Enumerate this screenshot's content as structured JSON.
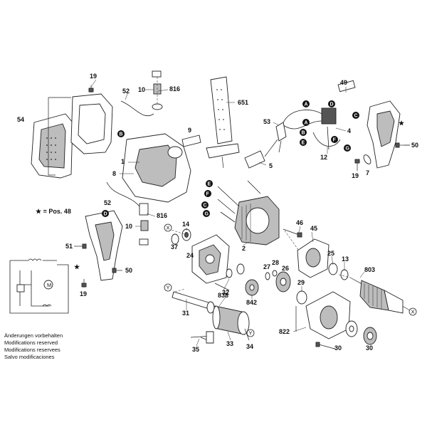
{
  "diagram": {
    "part_labels": [
      {
        "id": "p19a",
        "text": "19"
      },
      {
        "id": "p816a",
        "text": "816"
      },
      {
        "id": "p10a",
        "text": "10"
      },
      {
        "id": "p52a",
        "text": "52"
      },
      {
        "id": "p651",
        "text": "651"
      },
      {
        "id": "p54",
        "text": "54"
      },
      {
        "id": "p9",
        "text": "9"
      },
      {
        "id": "p1",
        "text": "1"
      },
      {
        "id": "p8",
        "text": "8"
      },
      {
        "id": "p49",
        "text": "49"
      },
      {
        "id": "p53",
        "text": "53"
      },
      {
        "id": "p4",
        "text": "4"
      },
      {
        "id": "p12",
        "text": "12"
      },
      {
        "id": "p5",
        "text": "5"
      },
      {
        "id": "p50a",
        "text": "50"
      },
      {
        "id": "p19b",
        "text": "19"
      },
      {
        "id": "p7",
        "text": "7"
      },
      {
        "id": "p52b",
        "text": "52"
      },
      {
        "id": "p816b",
        "text": "816"
      },
      {
        "id": "p10b",
        "text": "10"
      },
      {
        "id": "p14",
        "text": "14"
      },
      {
        "id": "p37",
        "text": "37"
      },
      {
        "id": "p24",
        "text": "24"
      },
      {
        "id": "p2",
        "text": "2"
      },
      {
        "id": "p46",
        "text": "46"
      },
      {
        "id": "p45",
        "text": "45"
      },
      {
        "id": "p25",
        "text": "25"
      },
      {
        "id": "p13",
        "text": "13"
      },
      {
        "id": "p803",
        "text": "803"
      },
      {
        "id": "p51",
        "text": "51"
      },
      {
        "id": "p50b",
        "text": "50"
      },
      {
        "id": "p19c",
        "text": "19"
      },
      {
        "id": "p28",
        "text": "28"
      },
      {
        "id": "p27",
        "text": "27"
      },
      {
        "id": "p26",
        "text": "26"
      },
      {
        "id": "p838",
        "text": "838"
      },
      {
        "id": "p842",
        "text": "842"
      },
      {
        "id": "p29",
        "text": "29"
      },
      {
        "id": "p31",
        "text": "31"
      },
      {
        "id": "p32",
        "text": "32"
      },
      {
        "id": "p822",
        "text": "822"
      },
      {
        "id": "p35",
        "text": "35"
      },
      {
        "id": "p33",
        "text": "33"
      },
      {
        "id": "p34",
        "text": "34"
      },
      {
        "id": "p30a",
        "text": "30"
      },
      {
        "id": "p30b",
        "text": "30"
      }
    ],
    "callouts": [
      {
        "id": "cA1",
        "text": "A"
      },
      {
        "id": "cA2",
        "text": "A"
      },
      {
        "id": "cB1",
        "text": "B"
      },
      {
        "id": "cB2",
        "text": "B"
      },
      {
        "id": "cC1",
        "text": "C"
      },
      {
        "id": "cC2",
        "text": "C"
      },
      {
        "id": "cD1",
        "text": "D"
      },
      {
        "id": "cD2",
        "text": "D"
      },
      {
        "id": "cE1",
        "text": "E"
      },
      {
        "id": "cE2",
        "text": "E"
      },
      {
        "id": "cF1",
        "text": "F"
      },
      {
        "id": "cF2",
        "text": "F"
      },
      {
        "id": "cG1",
        "text": "G"
      },
      {
        "id": "cG2",
        "text": "G"
      }
    ],
    "axis_markers": [
      {
        "id": "xX1",
        "text": "X"
      },
      {
        "id": "xX2",
        "text": "X"
      },
      {
        "id": "xY1",
        "text": "Y"
      },
      {
        "id": "xY2",
        "text": "Y"
      }
    ],
    "legend": "★ = Pos. 48",
    "notes": [
      "Änderungen vorbehalten",
      "Modifications reserved",
      "Modifications reservees",
      "Salvo modificaciones"
    ],
    "colors": {
      "ink": "#222222",
      "shade": "#bdbdbd",
      "callout": "#111111"
    }
  }
}
